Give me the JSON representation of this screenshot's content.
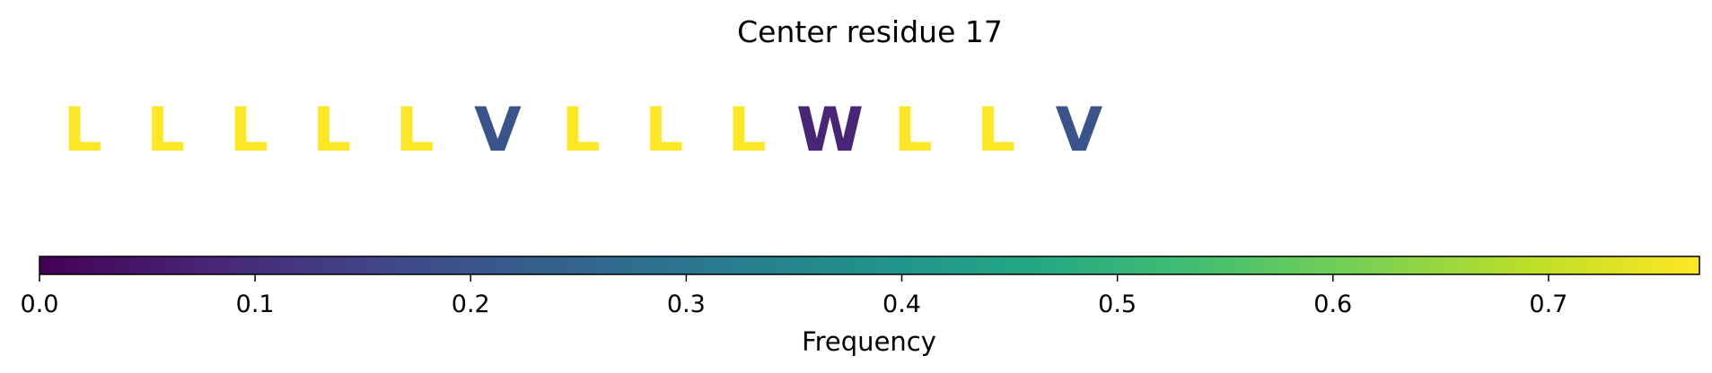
{
  "chart_data": {
    "type": "heatmap",
    "title": "Center residue 17",
    "residues": [
      {
        "letter": "L",
        "frequency": 0.77
      },
      {
        "letter": "L",
        "frequency": 0.77
      },
      {
        "letter": "L",
        "frequency": 0.77
      },
      {
        "letter": "L",
        "frequency": 0.77
      },
      {
        "letter": "L",
        "frequency": 0.77
      },
      {
        "letter": "V",
        "frequency": 0.2
      },
      {
        "letter": "L",
        "frequency": 0.77
      },
      {
        "letter": "L",
        "frequency": 0.77
      },
      {
        "letter": "L",
        "frequency": 0.77
      },
      {
        "letter": "W",
        "frequency": 0.08
      },
      {
        "letter": "L",
        "frequency": 0.77
      },
      {
        "letter": "L",
        "frequency": 0.77
      },
      {
        "letter": "V",
        "frequency": 0.2
      }
    ],
    "colorbar": {
      "label": "Frequency",
      "colormap": "viridis",
      "range": [
        0.0,
        0.77
      ],
      "ticks": [
        "0.0",
        "0.1",
        "0.2",
        "0.3",
        "0.4",
        "0.5",
        "0.6",
        "0.7"
      ],
      "tick_values": [
        0.0,
        0.1,
        0.2,
        0.3,
        0.4,
        0.5,
        0.6,
        0.7
      ],
      "orientation": "horizontal"
    }
  }
}
